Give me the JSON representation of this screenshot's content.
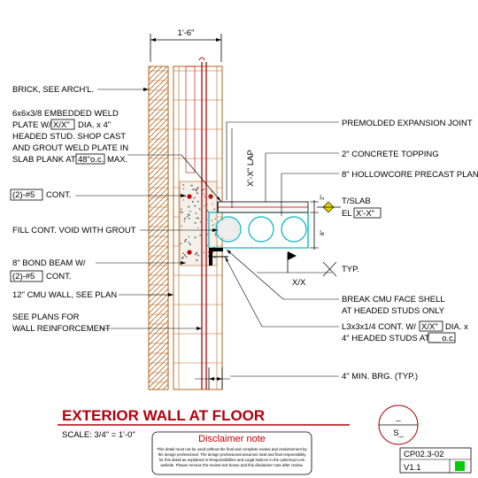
{
  "drawing": {
    "dimension_top": "1'-6\"",
    "labels_left": {
      "brick": "BRICK, SEE ARCH'L.",
      "weld_1": "6x6x3/8 EMBEDDED WELD",
      "weld_2a": "PLATE W/",
      "weld_2b": "X/X\"",
      "weld_2c": "DIA. x 4\"",
      "weld_3": "HEADED STUD. SHOP CAST",
      "weld_4": "AND GROUT WELD PLATE IN",
      "weld_5a": "SLAB PLANK AT",
      "weld_5b": "48\"o.c.",
      "weld_5c": "MAX.",
      "cont_a": "(2)-#5",
      "cont_b": "CONT.",
      "grout": "FILL CONT. VOID WITH GROUT",
      "bond_1": "8\" BOND BEAM W/",
      "bond_2a": "(2)-#5",
      "bond_2b": "CONT.",
      "cmu": "12\" CMU WALL, SEE PLAN",
      "plans_1": "SEE PLANS FOR",
      "plans_2": "WALL REINFORCEMENT"
    },
    "labels_right": {
      "premolded": "PREMOLDED EXPANSION JOINT",
      "topping": "2\" CONCRETE TOPPING",
      "hollowcore": "8\" HOLLOWCORE PRECAST PLANK",
      "tslab": "T/SLAB",
      "el_a": "EL",
      "el_b": "X'-X\"",
      "typ": "TYP.",
      "break_1": "BREAK CMU FACE SHELL",
      "break_2": "AT HEADED STUDS ONLY",
      "angle_1a": "L3x3x1/4 CONT. W/",
      "angle_1b": "X/X\"",
      "angle_1c": "DIA. x",
      "angle_2a": "4\" HEADED STUDS AT",
      "angle_2b": "__ o.c.",
      "brg": "4\" MIN. BRG. (TYP.)"
    },
    "dims": {
      "lap": "X'-X\" LAP",
      "two": "2\"",
      "eight": "8\"",
      "xx": "X/X"
    }
  },
  "title_block": {
    "title": "EXTERIOR WALL AT FLOOR",
    "scale": "SCALE: 3/4\" = 1'-0\"",
    "bubble_top": "_",
    "bubble_bottom": "S_",
    "sheet": "CP02.3-02",
    "version": "V1.1",
    "status_color": "#00cc00"
  },
  "disclaimer": {
    "heading": "Disclaimer note",
    "line1": "This detail must not be used without the final and complete review and endorsement by",
    "line2": "the design professional. The design professional assumes total and final responsibility",
    "line3": "for this detail as explained in Responsibilities and Legal Notices in the cplsrmcpl.com",
    "line4": "website. Please remove the review text boxes and this disclaimer note after review."
  },
  "colors": {
    "brick": "#b5651d",
    "rebar": "#c00000",
    "plank": "#00b7c3",
    "title": "#b3000c"
  }
}
